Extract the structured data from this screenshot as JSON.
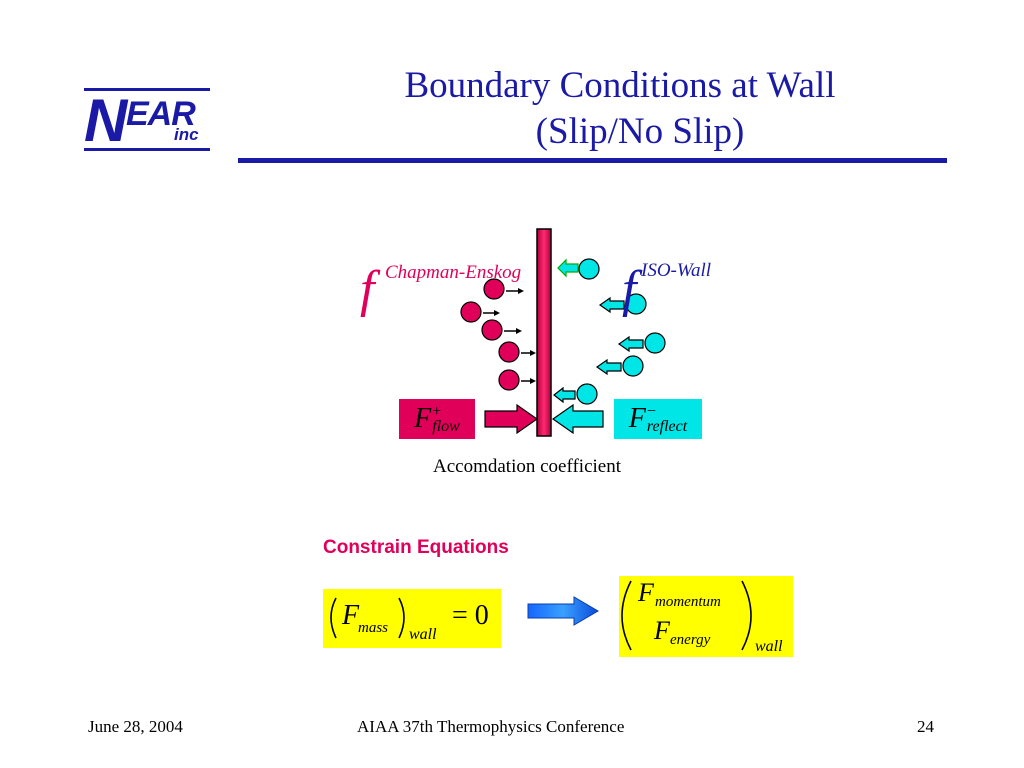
{
  "logo": {
    "n": "N",
    "ear": "EAR",
    "inc": "inc"
  },
  "title": {
    "line1": "Boundary Conditions at Wall",
    "line2": "(Slip/No Slip)"
  },
  "diagram": {
    "f_left": "f",
    "f_left_sup": "Chapman-Enskog",
    "f_right": "f",
    "f_right_sup": "ISO-Wall",
    "flux_left": {
      "main": "F",
      "sup": "+",
      "sub": "flow"
    },
    "flux_right": {
      "main": "F",
      "sup": "−",
      "sub": "reflect"
    },
    "caption": "Accomdation coefficient"
  },
  "constrain": {
    "heading": "Constrain Equations",
    "eq1": {
      "F": "F",
      "sub": "mass",
      "wall": "wall",
      "rhs": "= 0"
    },
    "eq2": {
      "F1": "F",
      "sub1": "momentum",
      "F2": "F",
      "sub2": "energy",
      "wall": "wall"
    }
  },
  "footer": {
    "date": "June 28, 2004",
    "conference": "AIAA 37th Thermophysics Conference",
    "page": "24"
  },
  "colors": {
    "title_blue": "#1a1aa6",
    "magenta": "#e0005a",
    "cyan": "#00e6e6",
    "yellow": "#ffff00"
  }
}
